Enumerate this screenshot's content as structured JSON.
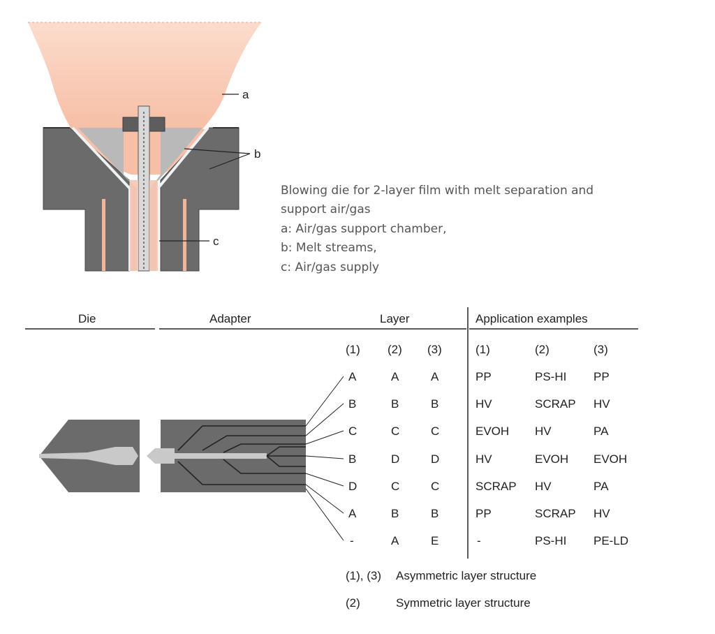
{
  "top_figure": {
    "labels": {
      "a": "a",
      "b": "b",
      "c": "c"
    },
    "caption": [
      "Blowing die for 2-layer film with melt separation and",
      "support air/gas",
      "a: Air/gas support chamber,",
      "b: Melt streams,",
      "c: Air/gas supply"
    ]
  },
  "table": {
    "headers": {
      "die": "Die",
      "adapter": "Adapter",
      "layer": "Layer",
      "applications": "Application examples"
    },
    "layer_cols": [
      "(1)",
      "(2)",
      "(3)"
    ],
    "app_cols": [
      "(1)",
      "(2)",
      "(3)"
    ],
    "layer_rows": [
      [
        "A",
        "A",
        "A"
      ],
      [
        "B",
        "B",
        "B"
      ],
      [
        "C",
        "C",
        "C"
      ],
      [
        "B",
        "D",
        "D"
      ],
      [
        "D",
        "C",
        "C"
      ],
      [
        "A",
        "B",
        "B"
      ],
      [
        "-",
        "A",
        "E"
      ]
    ],
    "app_rows": [
      [
        "PP",
        "PS-HI",
        "PP"
      ],
      [
        "HV",
        "SCRAP",
        "HV"
      ],
      [
        "EVOH",
        "HV",
        "PA"
      ],
      [
        "HV",
        "EVOH",
        "EVOH"
      ],
      [
        "SCRAP",
        "HV",
        "PA"
      ],
      [
        "PP",
        "SCRAP",
        "HV"
      ],
      [
        "-",
        "PS-HI",
        "PE-LD"
      ]
    ],
    "notes": [
      {
        "key": "(1), (3)",
        "text": "Asymmetric layer structure"
      },
      {
        "key": "(2)",
        "text": "Symmetric layer structure"
      }
    ]
  },
  "colors": {
    "metal": "#6b6b6b",
    "metal_light": "#b9b9b9",
    "melt": "#f6c8b3",
    "bubble": "#f8c9b2"
  }
}
